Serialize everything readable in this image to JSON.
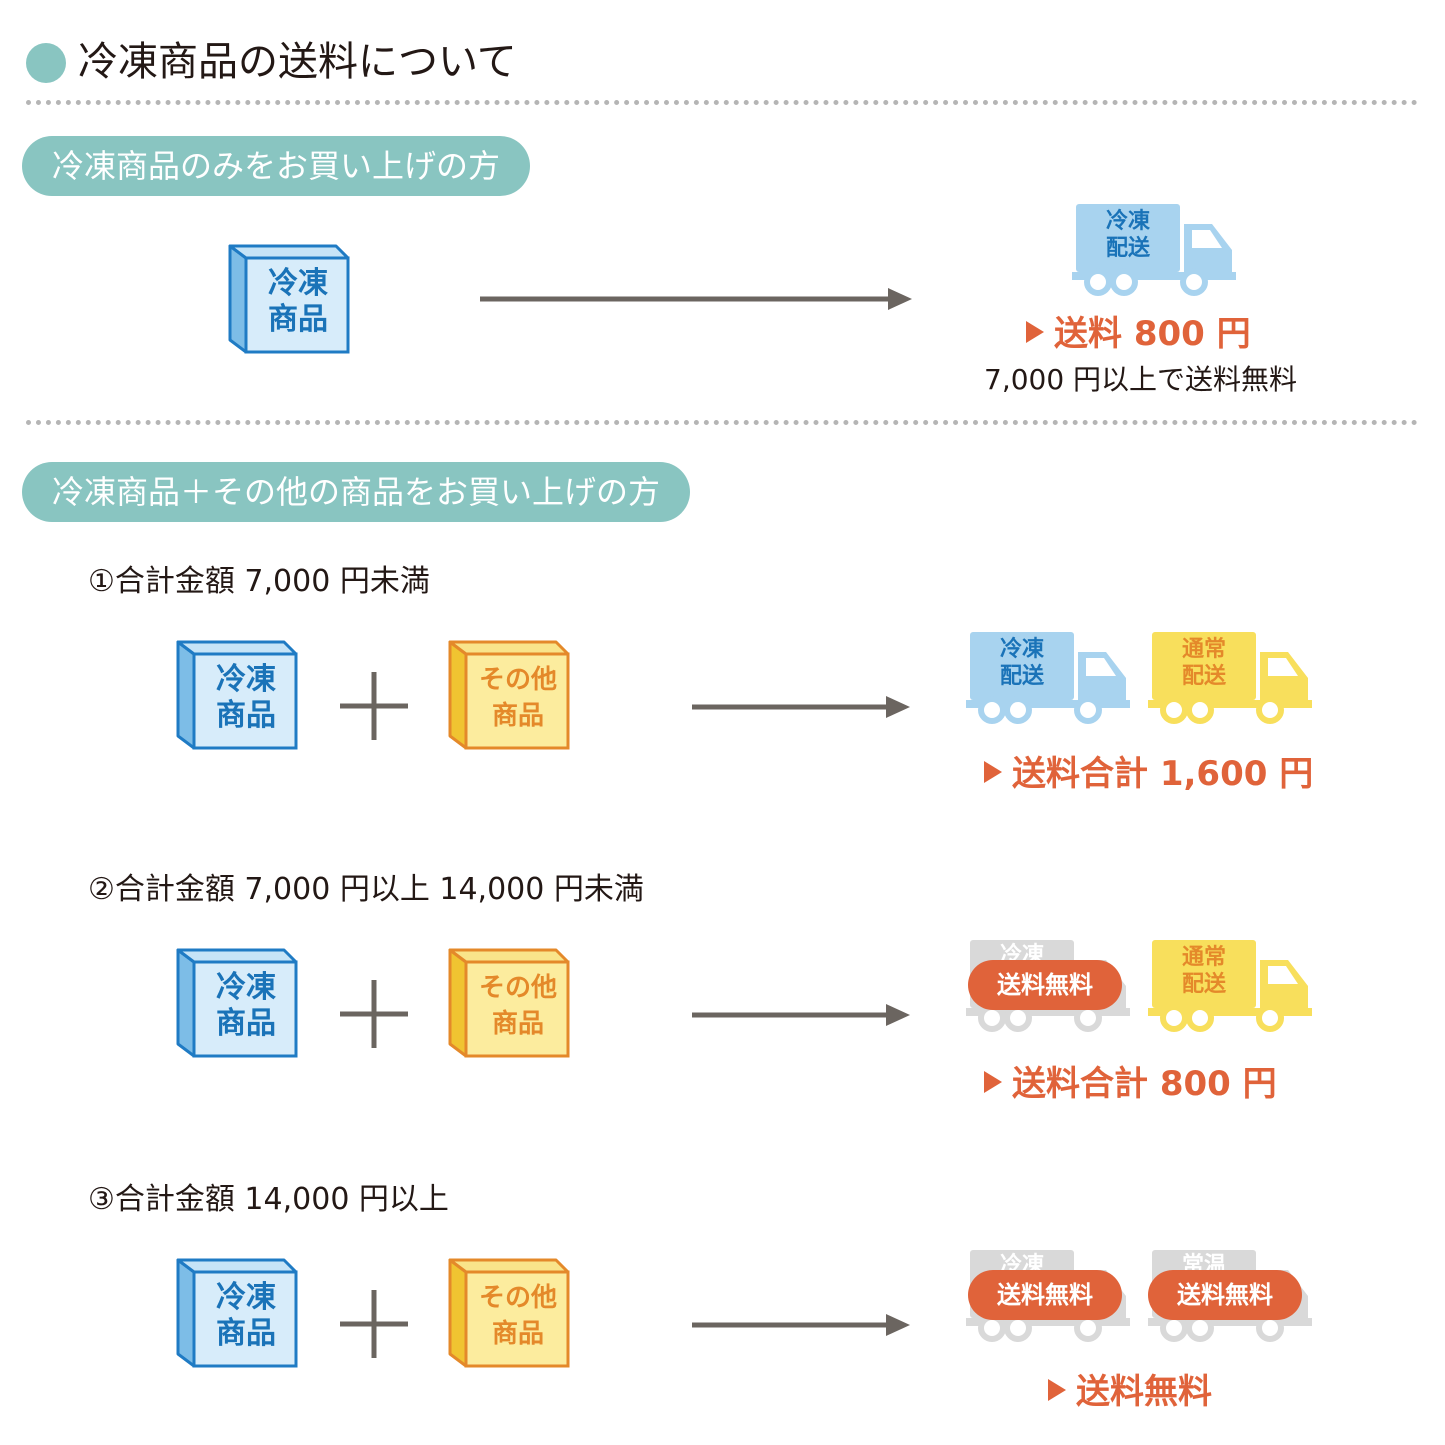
{
  "header": {
    "title": "冷凍商品の送料について"
  },
  "section1": {
    "pill": "冷凍商品のみをお買い上げの方",
    "box": {
      "line1": "冷凍",
      "line2": "商品"
    },
    "truck": {
      "line1": "冷凍",
      "line2": "配送"
    },
    "result": "送料 800 円",
    "note": "7,000 円以上で送料無料"
  },
  "section2": {
    "pill": "冷凍商品＋その他の商品をお買い上げの方",
    "cases": [
      {
        "label": "①合計金額 7,000 円未満",
        "frozen_box": {
          "line1": "冷凍",
          "line2": "商品"
        },
        "other_box": {
          "line1": "その他",
          "line2": "商品"
        },
        "frozen_truck": {
          "line1": "冷凍",
          "line2": "配送"
        },
        "normal_truck": {
          "line1": "通常",
          "line2": "配送"
        },
        "result": "送料合計 1,600 円"
      },
      {
        "label": "②合計金額 7,000 円以上 14,000 円未満",
        "frozen_box": {
          "line1": "冷凍",
          "line2": "商品"
        },
        "other_box": {
          "line1": "その他",
          "line2": "商品"
        },
        "frozen_truck": {
          "line1": "冷凍",
          "badge": "送料無料"
        },
        "normal_truck": {
          "line1": "通常",
          "line2": "配送"
        },
        "result": "送料合計 800 円"
      },
      {
        "label": "③合計金額 14,000 円以上",
        "frozen_box": {
          "line1": "冷凍",
          "line2": "商品"
        },
        "other_box": {
          "line1": "その他",
          "line2": "商品"
        },
        "frozen_truck": {
          "line1": "冷凍",
          "badge": "送料無料"
        },
        "normal_truck": {
          "line1": "常温",
          "badge": "送料無料"
        },
        "result": "送料無料"
      }
    ]
  },
  "colors": {
    "teal": "#89c5c1",
    "frozen_blue": "#a8d3ef",
    "frozen_text": "#1a73b8",
    "other_yellow": "#f8df5c",
    "other_text": "#e4892a",
    "accent_red": "#e0633a",
    "disabled_gray": "#d9d9d9"
  },
  "icons": {
    "frozen_box": "blue-cube-icon",
    "other_box": "yellow-cube-icon",
    "truck": "delivery-truck-icon",
    "plus": "plus-icon",
    "arrow": "right-arrow-icon",
    "bullet": "triangle-bullet-icon"
  }
}
